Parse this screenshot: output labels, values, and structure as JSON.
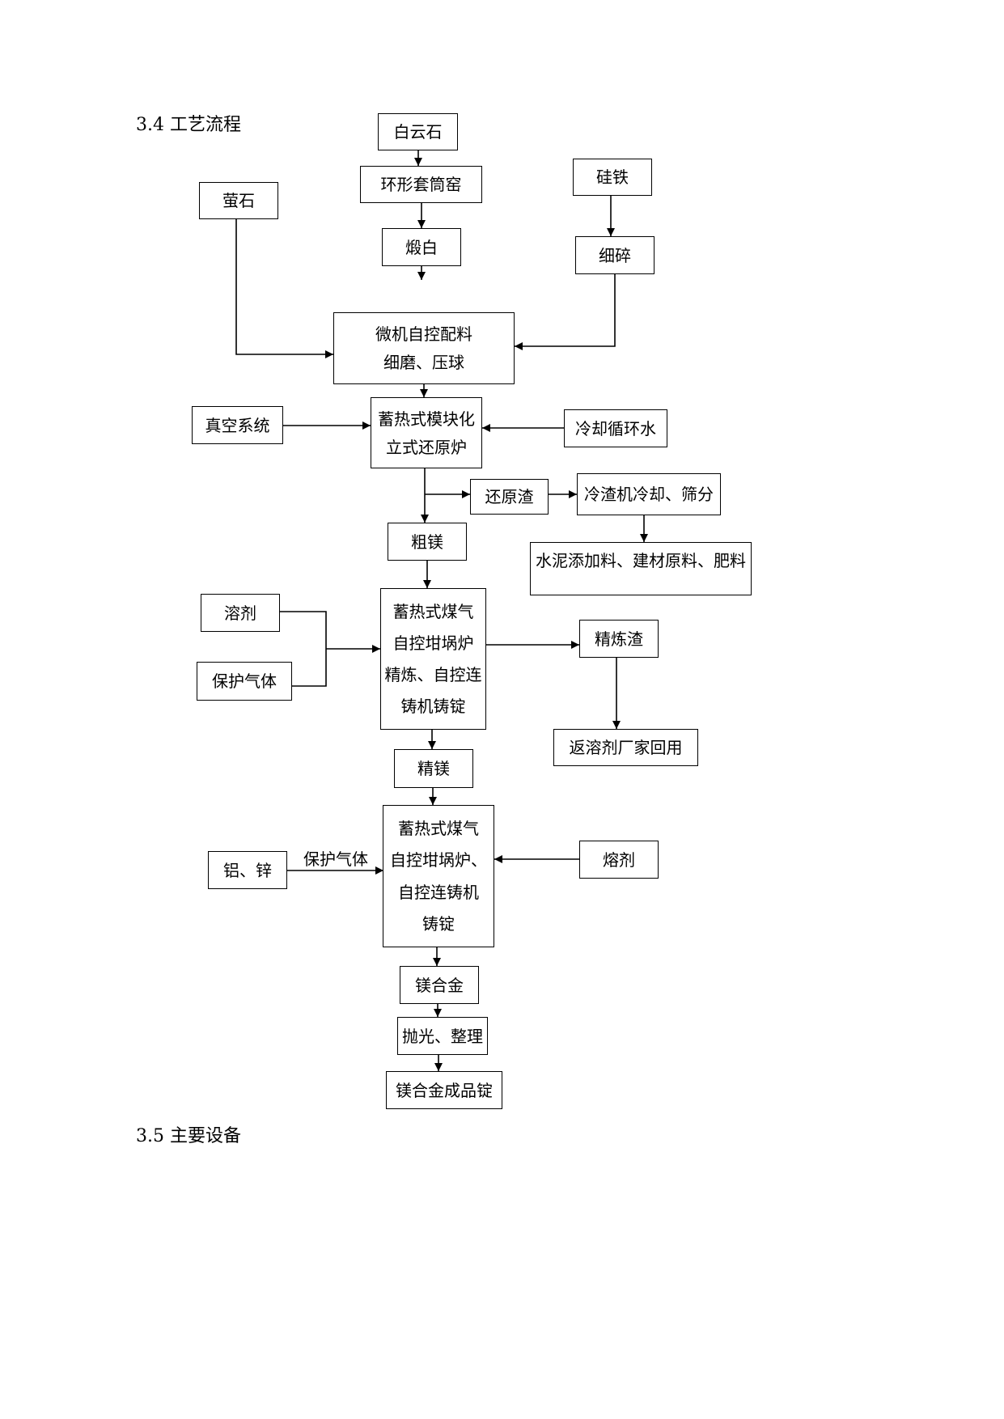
{
  "headings": {
    "flow": "3.4 工艺流程",
    "equipment": "3.5 主要设备"
  },
  "nodes": {
    "baiyunshi": [
      "白云石"
    ],
    "huanxing": [
      "环形套筒窑"
    ],
    "duanbai": [
      "煅白"
    ],
    "yingshi": [
      "萤石"
    ],
    "guitie": [
      "硅铁"
    ],
    "xisui": [
      "细碎"
    ],
    "peiliao": [
      "微机自控配料",
      "细磨、压球"
    ],
    "zhenkong": [
      "真空系统"
    ],
    "huanyuanlu": [
      "蓄热式模块化",
      "立式还原炉"
    ],
    "lengque": [
      "冷却循环水"
    ],
    "huanyuanzha": [
      "还原渣"
    ],
    "lengzhaji": [
      "冷渣机冷却、筛分"
    ],
    "shuini": [
      "水泥添加料、建材原料、肥料"
    ],
    "cumei": [
      "粗镁"
    ],
    "rongji": [
      "溶剂"
    ],
    "baohu1": [
      "保护气体"
    ],
    "jinglian": [
      "蓄热式煤气",
      "自控坩埚炉",
      "精炼、自控连",
      "铸机铸锭"
    ],
    "jinglianzha": [
      "精炼渣"
    ],
    "fanrongji": [
      "返溶剂厂家回用"
    ],
    "jingmei": [
      "精镁"
    ],
    "lvxin": [
      "铝、锌"
    ],
    "hejinlu": [
      "蓄热式煤气",
      "自控坩埚炉、",
      "自控连铸机",
      "铸锭"
    ],
    "rongji2": [
      "熔剂"
    ],
    "meihejin": [
      "镁合金"
    ],
    "paoguang": [
      "抛光、整理"
    ],
    "chengpin": [
      "镁合金成品锭"
    ]
  },
  "edge_labels": {
    "baohu2": "保护气体"
  }
}
